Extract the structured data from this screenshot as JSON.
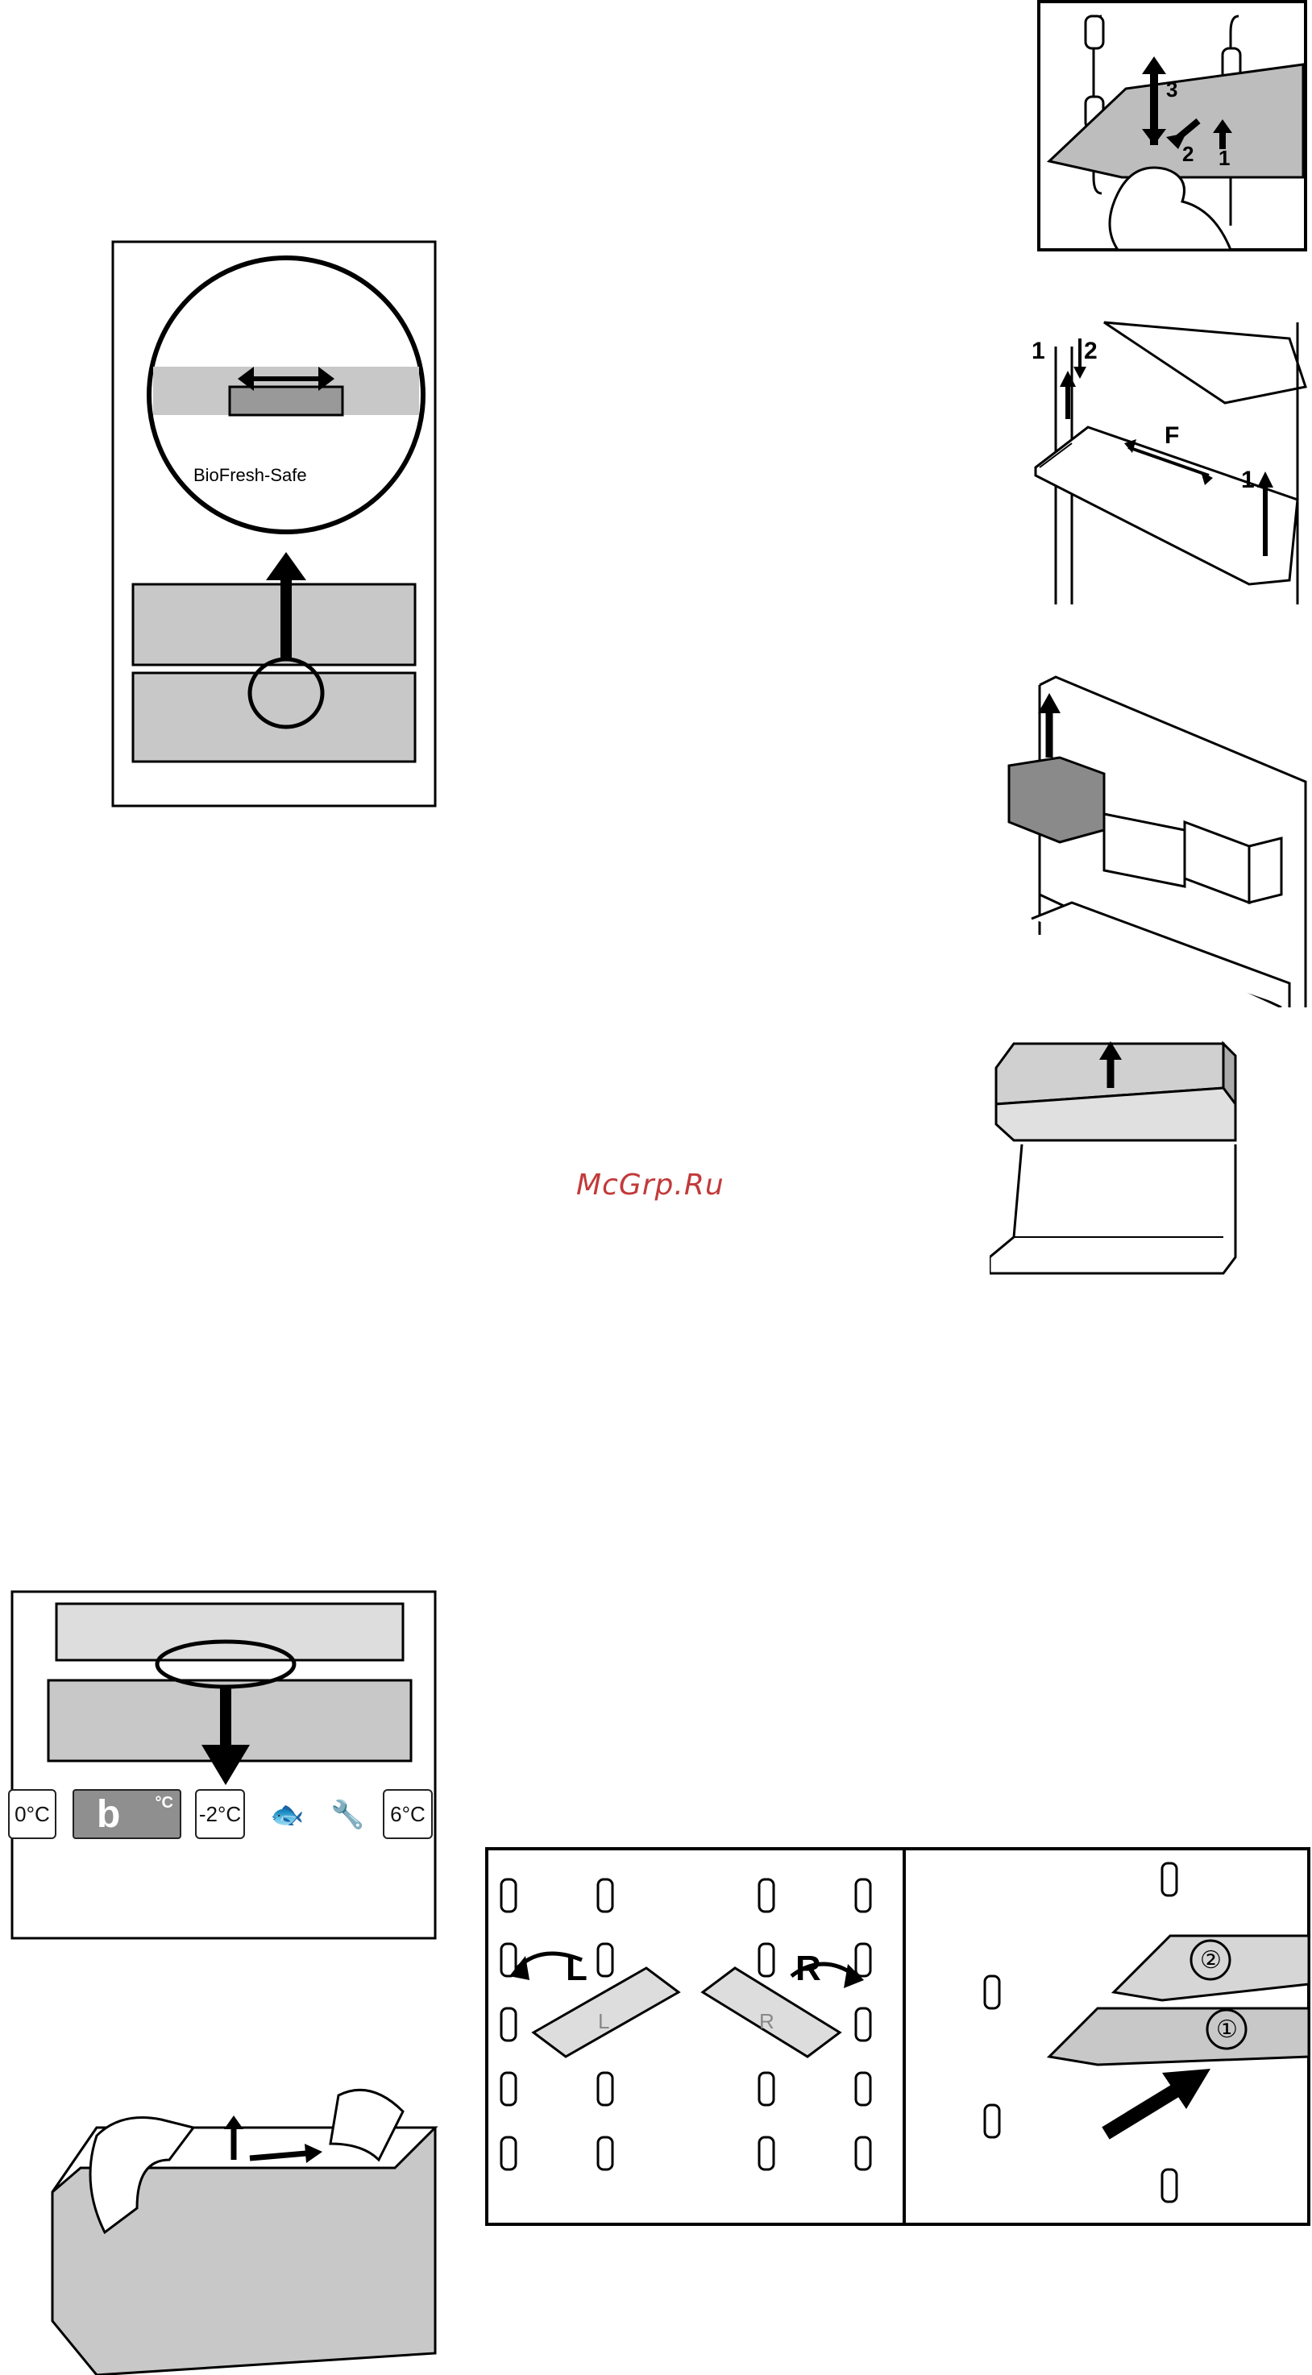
{
  "watermark": "McGrp.Ru",
  "fig_shelf_removal": {
    "step1": "1",
    "step2": "2",
    "step3": "3"
  },
  "fig_door_tray": {
    "step1": "1",
    "step2": "2",
    "step1b": "1",
    "label_f": "F"
  },
  "fig_biofresh_slider": {
    "label": "BioFresh-Safe"
  },
  "fig_display": {
    "cells": [
      {
        "text": "0°C"
      },
      {
        "text": "°C"
      },
      {
        "text": "-2°C"
      },
      {
        "text": "6°C"
      }
    ],
    "main_symbol": "b"
  },
  "fig_shelf_supports": {
    "left_label": "L",
    "right_label": "R",
    "left_small": "L",
    "right_small": "R",
    "step1": "①",
    "step2": "②"
  }
}
